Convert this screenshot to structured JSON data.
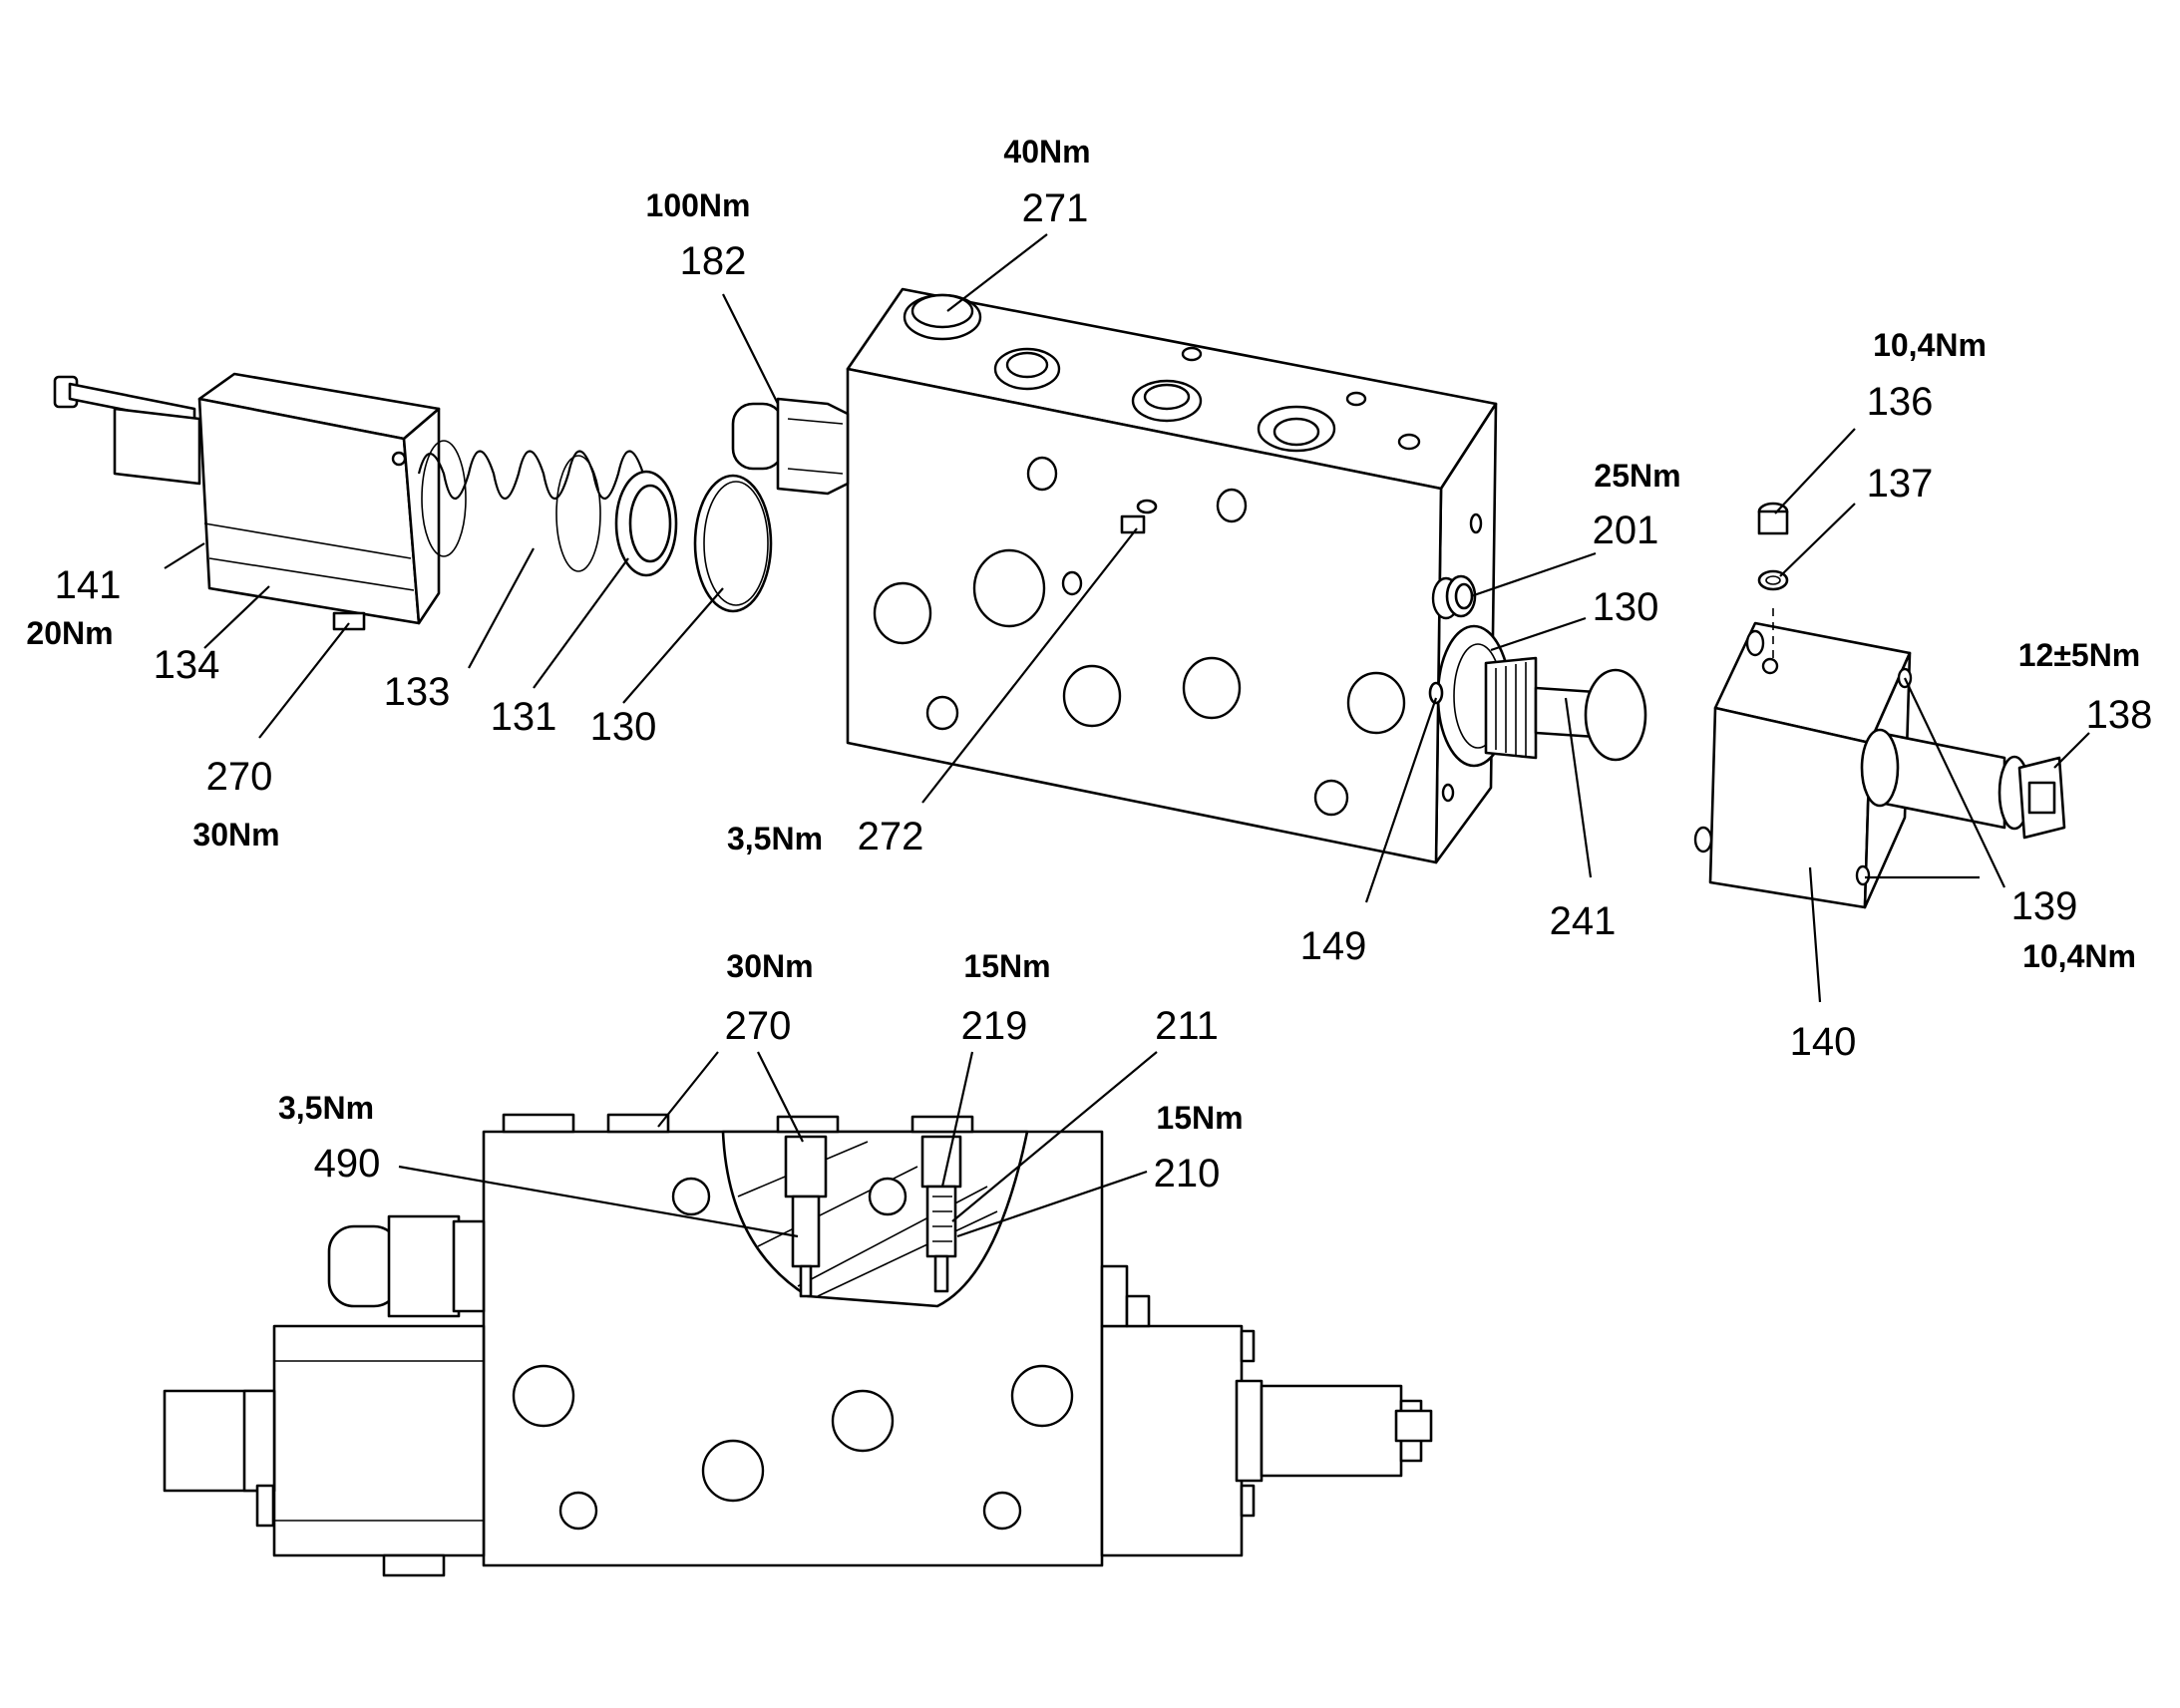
{
  "labels": {
    "tq_40": "40Nm",
    "n_271": "271",
    "tq_100": "100Nm",
    "n_182": "182",
    "tq_10_4_top": "10,4Nm",
    "n_136": "136",
    "n_137": "137",
    "tq_25": "25Nm",
    "n_201": "201",
    "n_130_right": "130",
    "tq_12": "12±5Nm",
    "n_138": "138",
    "n_141": "141",
    "tq_20": "20Nm",
    "n_134": "134",
    "n_133": "133",
    "n_131": "131",
    "n_130_left": "130",
    "n_270_top": "270",
    "tq_30_top": "30Nm",
    "tq_3_5_top": "3,5Nm",
    "n_272": "272",
    "n_149": "149",
    "n_241": "241",
    "n_139": "139",
    "tq_10_4_bottom": "10,4Nm",
    "n_140": "140",
    "tq_30_bottom": "30Nm",
    "n_270_bottom": "270",
    "tq_15_a": "15Nm",
    "n_219": "219",
    "n_211": "211",
    "tq_3_5_bottom": "3,5Nm",
    "n_490": "490",
    "tq_15_b": "15Nm",
    "n_210": "210"
  }
}
